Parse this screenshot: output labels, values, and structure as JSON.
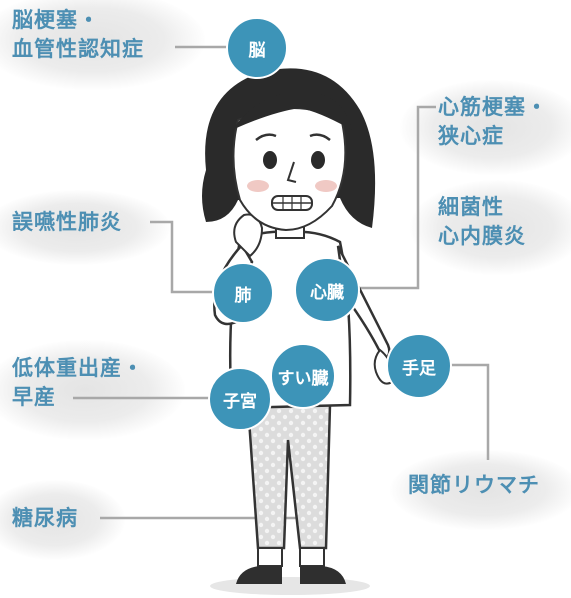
{
  "colors": {
    "accent": "#3d94b8",
    "label_text": "#4d8fb3",
    "connector": "#a8a8a8"
  },
  "organs": {
    "brain": "脳",
    "lung": "肺",
    "heart": "心臓",
    "pancreas": "すい臓",
    "uterus": "子宮",
    "hands_feet": "手足"
  },
  "labels": {
    "stroke_line1": "脳梗塞・",
    "stroke_line2": "血管性認知症",
    "mi_line1": "心筋梗塞・",
    "mi_line2": "狭心症",
    "endo_line1": "細菌性",
    "endo_line2": "心内膜炎",
    "pneumonia": "誤嚥性肺炎",
    "preterm_line1": "低体重出産・",
    "preterm_line2": "早産",
    "ra": "関節リウマチ",
    "diabetes": "糖尿病"
  }
}
